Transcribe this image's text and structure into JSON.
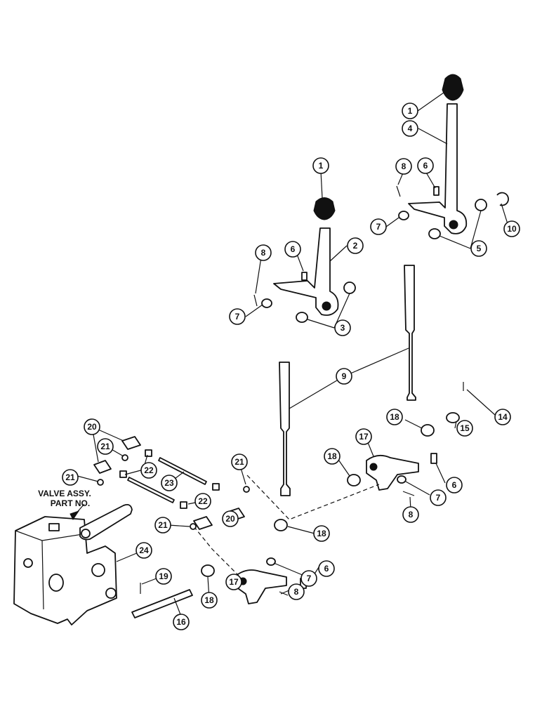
{
  "callouts": {
    "c1a": "1",
    "c1b": "1",
    "c2": "2",
    "c3": "3",
    "c4": "4",
    "c5": "5",
    "c6a": "6",
    "c6b": "6",
    "c6c": "6",
    "c6d": "6",
    "c7a": "7",
    "c7b": "7",
    "c7c": "7",
    "c7d": "7",
    "c8a": "8",
    "c8b": "8",
    "c8c": "8",
    "c8d": "8",
    "c9": "9",
    "c10": "10",
    "c14": "14",
    "c15": "15",
    "c16": "16",
    "c17a": "17",
    "c17b": "17",
    "c18a": "18",
    "c18b": "18",
    "c18c": "18",
    "c18d": "18",
    "c19": "19",
    "c20a": "20",
    "c20b": "20",
    "c21a": "21",
    "c21b": "21",
    "c21c": "21",
    "c21d": "21",
    "c22a": "22",
    "c22b": "22",
    "c23": "23",
    "c24": "24"
  },
  "valve_label": {
    "line1": "VALVE ASSY.",
    "line2": "PART NO."
  }
}
